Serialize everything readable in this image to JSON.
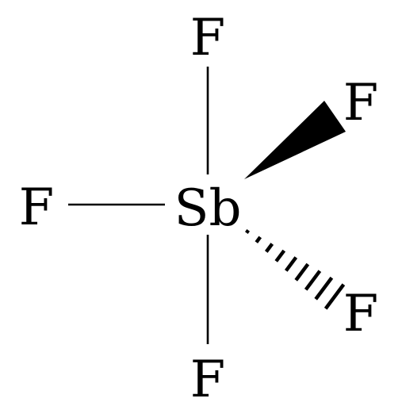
{
  "molecule": {
    "central_atom": "Sb",
    "ligands": {
      "top": "F",
      "upper_right": "F",
      "left": "F",
      "lower_right": "F",
      "bottom": "F"
    }
  },
  "colors": {
    "ink": "#000000",
    "background": "#ffffff"
  }
}
